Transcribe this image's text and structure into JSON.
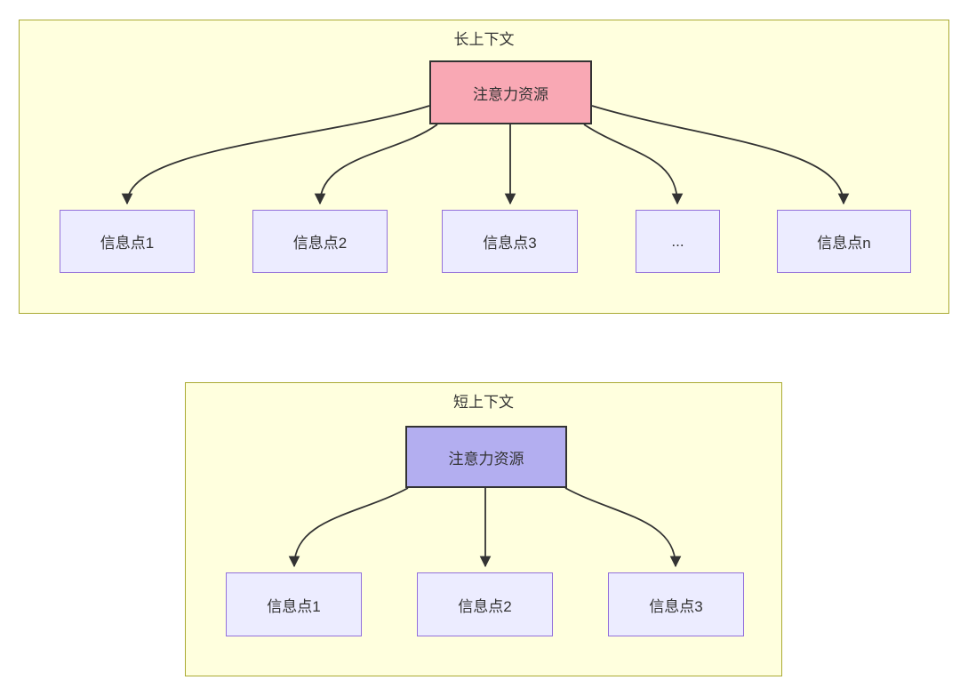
{
  "diagrams": {
    "long_context": {
      "title": "长上下文",
      "attention_label": "注意力资源",
      "nodes": [
        {
          "label": "信息点1"
        },
        {
          "label": "信息点2"
        },
        {
          "label": "信息点3"
        },
        {
          "label": "..."
        },
        {
          "label": "信息点n"
        }
      ]
    },
    "short_context": {
      "title": "短上下文",
      "attention_label": "注意力资源",
      "nodes": [
        {
          "label": "信息点1"
        },
        {
          "label": "信息点2"
        },
        {
          "label": "信息点3"
        }
      ]
    }
  },
  "colors": {
    "cluster_fill": "#ffffde",
    "cluster_border": "#aaaa33",
    "node_fill": "#ececff",
    "node_border": "#9370db",
    "attention_long_fill": "#f9a8b4",
    "attention_short_fill": "#b3aef0",
    "attention_border": "#333333",
    "edge": "#333333",
    "text": "#333333"
  }
}
